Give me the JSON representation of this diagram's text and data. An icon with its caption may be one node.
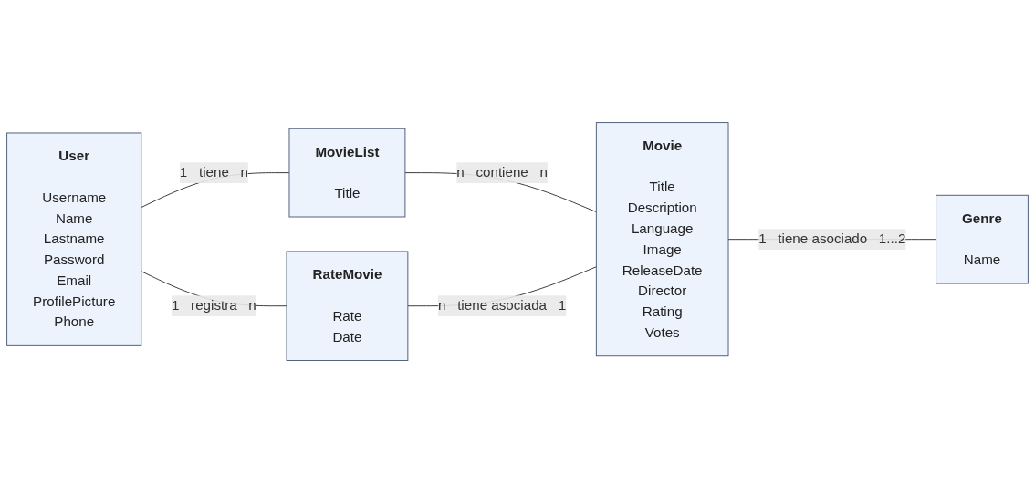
{
  "diagram": {
    "nodes": [
      {
        "text": [
          "User",
          "Username",
          "Name",
          "Lastname",
          "Password",
          "Email",
          "ProfilePicture",
          "Phone"
        ]
      },
      {
        "text": [
          "MovieList",
          "Title"
        ]
      },
      {
        "text": [
          "Movie",
          "Title",
          "Description",
          "Language",
          "Image",
          "ReleaseDate",
          "Director",
          "Rating",
          "Votes"
        ]
      },
      {
        "text": [
          "Genre",
          "Name"
        ]
      },
      {
        "text": [
          "RateMovie",
          "Rate",
          "Date"
        ]
      }
    ],
    "edges": [
      {
        "from": 0,
        "to": 1,
        "arrow": "none",
        "label": "tiene"
      },
      {
        "from": 1,
        "to": 2,
        "arrow": "none",
        "label": "contiene"
      },
      {
        "from": 0,
        "to": 4,
        "arrow": "none",
        "label": "registra"
      },
      {
        "from": 4,
        "to": 2,
        "arrow": "none",
        "label": "tiene asociada"
      },
      {
        "from": 2,
        "to": 3,
        "arrow": "none",
        "label": "tiene asociado"
      }
    ],
    "labels": [
      "1",
      "n",
      "n",
      "n",
      "1",
      "n",
      "n",
      "1",
      "1",
      "1...2"
    ]
  }
}
